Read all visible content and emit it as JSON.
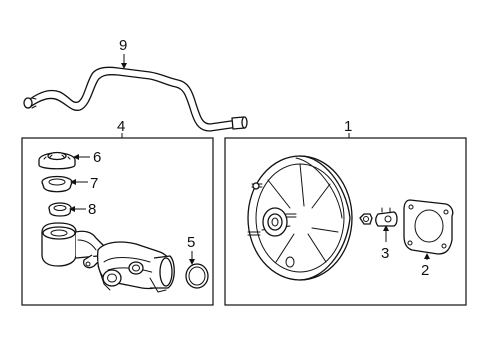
{
  "callouts": [
    {
      "id": "callout-1",
      "label": "1"
    },
    {
      "id": "callout-2",
      "label": "2"
    },
    {
      "id": "callout-3",
      "label": "3"
    },
    {
      "id": "callout-4",
      "label": "4"
    },
    {
      "id": "callout-5",
      "label": "5"
    },
    {
      "id": "callout-6",
      "label": "6"
    },
    {
      "id": "callout-7",
      "label": "7"
    },
    {
      "id": "callout-8",
      "label": "8"
    },
    {
      "id": "callout-9",
      "label": "9"
    }
  ],
  "colors": {
    "line": "#111111",
    "background": "#ffffff"
  }
}
